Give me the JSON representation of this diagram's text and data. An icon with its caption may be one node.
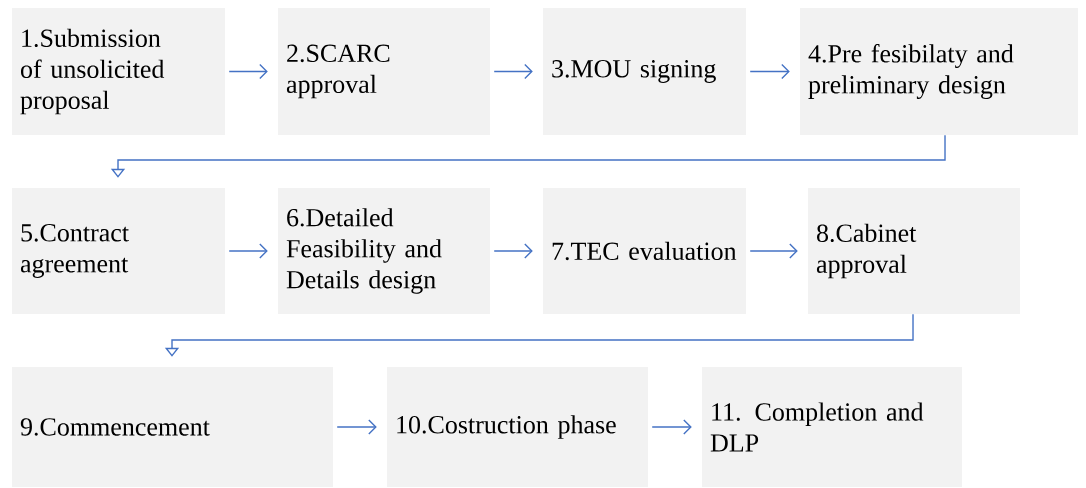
{
  "diagram": {
    "nodes": [
      {
        "text": [
          "1.Submission of unsolicited proposal"
        ]
      },
      {
        "text": [
          "2.SCARC approval"
        ]
      },
      {
        "text": [
          "3.MOU signing"
        ]
      },
      {
        "text": [
          "4.Pre fesibilaty and preliminary design"
        ]
      },
      {
        "text": [
          "5.Contract agreement"
        ]
      },
      {
        "text": [
          "6.Detailed Feasibility and Details design"
        ]
      },
      {
        "text": [
          "7.TEC evaluation"
        ]
      },
      {
        "text": [
          "8.Cabinet approval"
        ]
      },
      {
        "text": [
          "9.Commencement"
        ]
      },
      {
        "text": [
          "10.Costruction phase"
        ]
      },
      {
        "text": [
          "11. Completion and DLP"
        ]
      }
    ],
    "edges": [
      {
        "from": 0,
        "to": 1,
        "arrow": "to"
      },
      {
        "from": 1,
        "to": 2,
        "arrow": "to"
      },
      {
        "from": 2,
        "to": 3,
        "arrow": "to"
      },
      {
        "from": 3,
        "to": 4,
        "arrow": "to"
      },
      {
        "from": 4,
        "to": 5,
        "arrow": "to"
      },
      {
        "from": 5,
        "to": 6,
        "arrow": "to"
      },
      {
        "from": 6,
        "to": 7,
        "arrow": "to"
      },
      {
        "from": 7,
        "to": 8,
        "arrow": "to"
      },
      {
        "from": 8,
        "to": 9,
        "arrow": "to"
      },
      {
        "from": 9,
        "to": 10,
        "arrow": "to"
      }
    ]
  }
}
